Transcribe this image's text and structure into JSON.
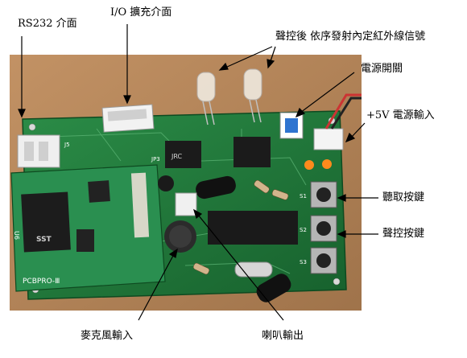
{
  "annotations": {
    "rs232": "RS232 介面",
    "io_expansion": "I/O 擴充介面",
    "voice_ir": "聲控後 依序發射內定紅外線信號",
    "power_switch": "電源開關",
    "power_input": "+5V 電源輸入",
    "learn_key": "聽取按鍵",
    "voice_key": "聲控按鍵",
    "mic_input": "麥克風輸入",
    "speaker_output": "喇叭輸出"
  },
  "board_markings": {
    "pcb_label": "PCBPRO-Ⅲ",
    "chip_brand": "SST",
    "xtal_label": "JRC",
    "connector_j5": "J5",
    "jumper_jp3": "JP3",
    "u6": "U6",
    "switch_s1": "S1",
    "switch_s2": "S2",
    "switch_s3": "S3"
  },
  "colors": {
    "pcb_green": "#1f7a3a",
    "cardboard": "#b8875a",
    "arrow": "#000000"
  }
}
